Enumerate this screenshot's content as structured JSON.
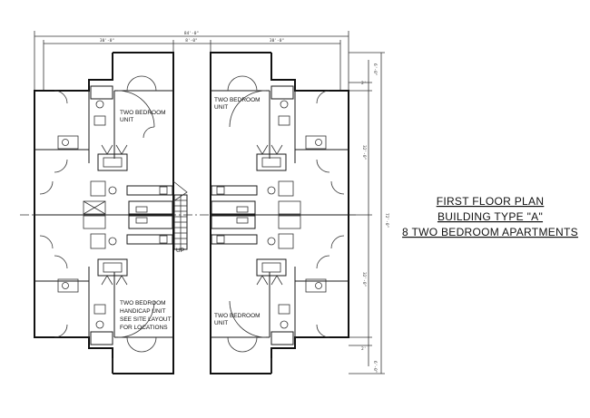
{
  "title": {
    "line1": "FIRST FLOOR PLAN",
    "line2": "BUILDING TYPE \"A\"",
    "line3": "8 TWO BEDROOM APARTMENTS"
  },
  "units": {
    "top_left": [
      "TWO BEDROOM",
      "UNIT"
    ],
    "top_right": [
      "TWO BEDROOM",
      "UNIT"
    ],
    "bottom_left": [
      "TWO BEDROOM",
      "HANDICAP UNIT",
      "SEE SITE LAYOUT",
      "FOR LOCATIONS"
    ],
    "bottom_right": [
      "TWO BEDROOM",
      "UNIT"
    ]
  },
  "stair_label": "UP",
  "dimensions": {
    "overall_width": "84'-0\"",
    "left_wing": "30'-0\"",
    "breezeway": "8'-0\"",
    "right_wing": "30'-0\"",
    "overall_depth": "72'-0\"",
    "wing_depth_top": "32'-0\"",
    "wing_depth_bottom": "32'-0\"",
    "end_top": "6'-0\"",
    "end_bottom": "6'-0\"",
    "small_top": "2'",
    "small_bottom": "2'"
  }
}
